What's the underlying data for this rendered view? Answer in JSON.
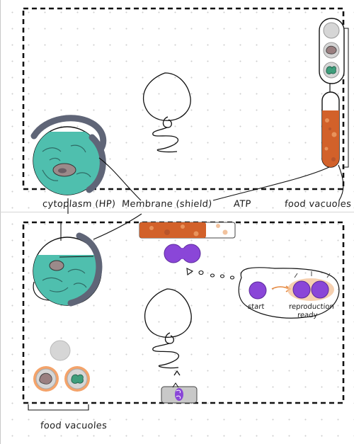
{
  "labels": {
    "cytoplasm": "cytoplasm (HP)",
    "membrane": "Membrane (shield)",
    "atp": "ATP",
    "food_vacuoles_top": "food vacuoles",
    "food_vacuoles_bottom": "food vacuoles",
    "start": "start",
    "reproduction": "reproduction",
    "ready": "ready"
  },
  "colors": {
    "ink": "#1c1c1c",
    "cytoplasm_teal": "#4fbfae",
    "membrane_slate": "#5f6577",
    "atp_orange": "#d2612a",
    "nucleus_purple": "#8a46d8",
    "vacuole_grey": "#c8c8c8"
  }
}
